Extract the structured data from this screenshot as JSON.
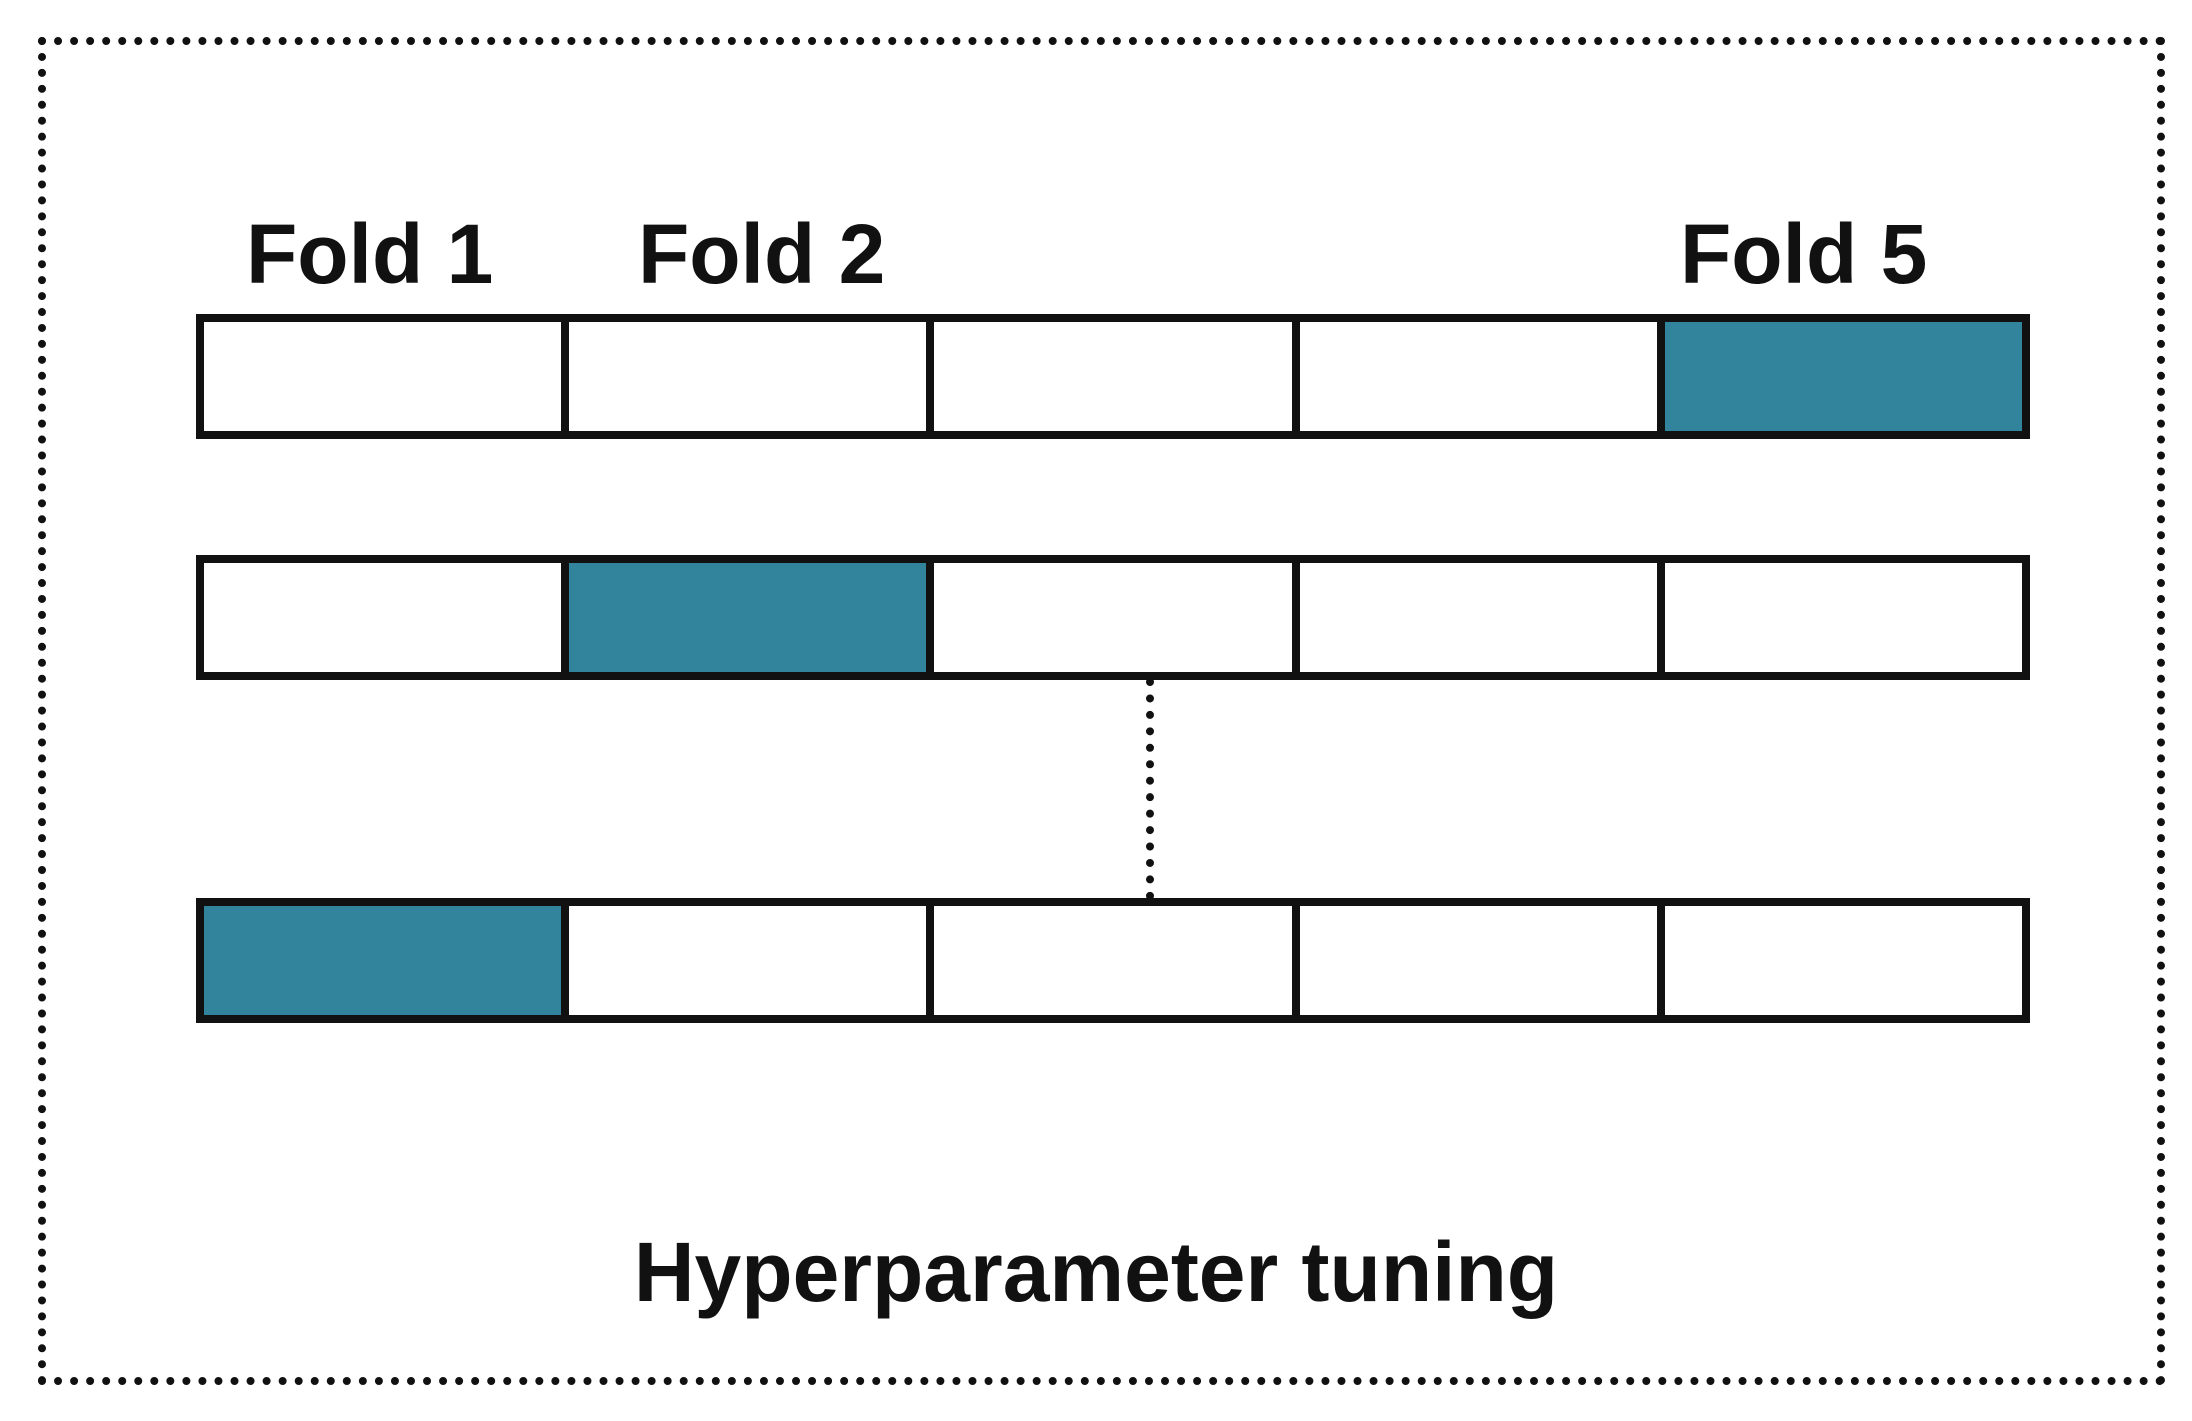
{
  "colors": {
    "accent": "#31849B",
    "border": "#111111",
    "background": "#FFFFFF"
  },
  "fold_labels": [
    "Fold 1",
    "Fold 2",
    "Fold 5"
  ],
  "rows": [
    {
      "cells": 5,
      "highlighted": 5
    },
    {
      "cells": 5,
      "highlighted": 2
    },
    {
      "cells": 5,
      "highlighted": 1
    }
  ],
  "caption": "Hyperparameter tuning"
}
